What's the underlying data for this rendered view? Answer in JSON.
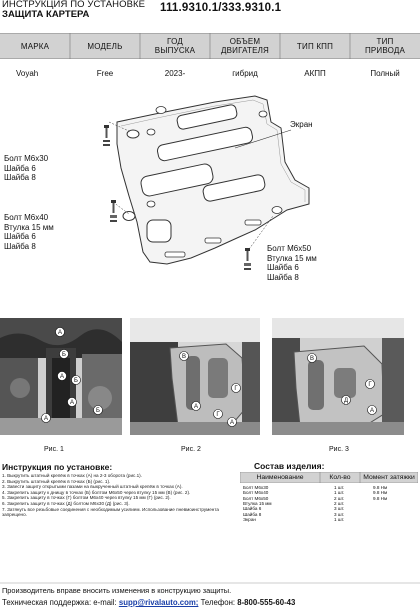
{
  "header": {
    "title_line1": "ИНСТРУКЦИЯ ПО УСТАНОВКЕ",
    "title_line2": "ЗАЩИТА КАРТЕРА",
    "part_number": "111.9310.1/333.9310.1"
  },
  "table": {
    "columns": [
      "МАРКА",
      "МОДЕЛЬ",
      "ГОД ВЫПУСКА",
      "ОБЪЕМ ДВИГАТЕЛЯ",
      "ТИП КПП",
      "ТИП ПРИВОДА"
    ],
    "column_lines": [
      [
        "МАРКА"
      ],
      [
        "МОДЕЛЬ"
      ],
      [
        "ГОД",
        "ВЫПУСКА"
      ],
      [
        "ОБЪЕМ",
        "ДВИГАТЕЛЯ"
      ],
      [
        "ТИП КПП"
      ],
      [
        "ТИП",
        "ПРИВОДА"
      ]
    ],
    "row": [
      "Voyah",
      "Free",
      "2023-",
      "гибрид",
      "АКПП",
      "Полный"
    ]
  },
  "diagram": {
    "label_screen": "Экран",
    "fastener_1": [
      "Болт М6х30",
      "Шайба 6",
      "Шайба 8"
    ],
    "fastener_2": [
      "Болт М6х40",
      "Втулка 15 мм",
      "Шайба 6",
      "Шайба 8"
    ],
    "fastener_3": [
      "Болт М6х50",
      "Втулка 15 мм",
      "Шайба 6",
      "Шайба 8"
    ]
  },
  "photos": {
    "captions": [
      "Рис. 1",
      "Рис. 2",
      "Рис. 3"
    ],
    "markers_1": [
      "А",
      "Б",
      "А",
      "Б",
      "А",
      "Б",
      "А"
    ],
    "markers_2": [
      "В",
      "Г",
      "А",
      "Г",
      "А"
    ],
    "markers_3": [
      "В",
      "Г",
      "Д",
      "А"
    ]
  },
  "instructions": {
    "title": "Инструкция по установке:",
    "steps": [
      "1.   Выкрутить штатный крепёж в точках (А) на 2-3 оборота (рис.1).",
      "2.   Выкрутить штатный крепёж в точках (Б) (рис. 1).",
      "3.   Завести защиту открытыми пазами на выкрученный штатный крепёж в точках (А).",
      "4.   Закрепить защиту к днищу в точках (Б) болтом М6х50 через втулку 15 мм (В) (рис. 2).",
      "5.   Закрепить защиту в точках (Г) болтом М6х40 через втулку 15 мм (Г) (рис. 2).",
      "6.   Закрепить защиту в точках (Д) болтом М6х30 (Д) (рис. 3).",
      "7.   Затянуть все резьбовые соединения с необходимым усилием. Использование пневмоинструмента",
      "      запрещено."
    ]
  },
  "composition": {
    "title": "Состав изделия:",
    "headers": [
      "Наименование",
      "Кол-во",
      "Момент затяжки"
    ],
    "items": [
      [
        "Болт М6х30",
        "1 шт.",
        "9.8 Нм"
      ],
      [
        "Болт М6х40",
        "1 шт.",
        "9.8 Нм"
      ],
      [
        "Болт М6х50",
        "2 шт.",
        "9.8 Нм"
      ],
      [
        "Втулка 15 мм",
        "2 шт.",
        ""
      ],
      [
        "Шайба 6",
        "3 шт.",
        ""
      ],
      [
        "Шайба 8",
        "3 шт.",
        ""
      ],
      [
        "Экран",
        "1 шт.",
        ""
      ]
    ]
  },
  "footer": {
    "disclaimer": "Производитель вправе вносить изменения в конструкцию защиты.",
    "support_label": "Техническая поддержка:  e-mail:",
    "email": "supp@rivalauto.com;",
    "phone_label": "Телефон:",
    "phone": "8-800-555-60-43"
  },
  "colors": {
    "header_band": "#d2d2d2",
    "plate": "#f4f4f4",
    "photo_dark": "#3a3a3a",
    "photo_metal": "#b8b8b8"
  }
}
